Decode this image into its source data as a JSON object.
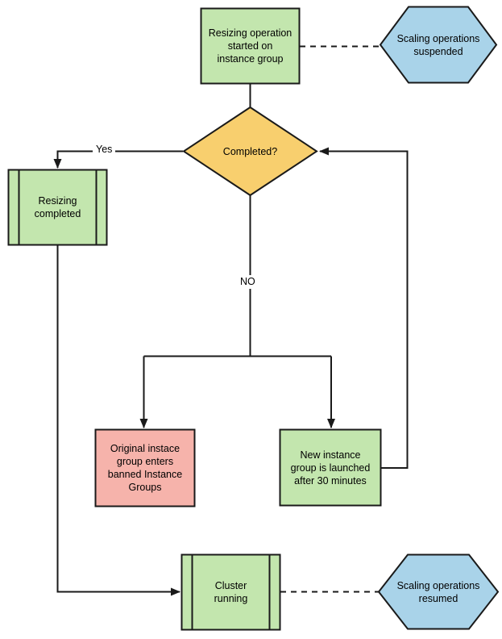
{
  "colors": {
    "green": "#c3e6ae",
    "yellow": "#f8cf6e",
    "blue": "#a9d3e9",
    "pink": "#f6b3ab",
    "stroke": "#1a1a1a",
    "background": "#ffffff"
  },
  "nodes": {
    "start": {
      "label": "Resizing operation\nstarted on\ninstance group",
      "shape": "process",
      "color": "green"
    },
    "suspended": {
      "label": "Scaling operations\nsuspended",
      "shape": "hexagon",
      "color": "blue"
    },
    "decision": {
      "label": "Completed?",
      "shape": "decision",
      "color": "yellow"
    },
    "resizing_completed": {
      "label": "Resizing\ncompleted",
      "shape": "predefined-process",
      "color": "green"
    },
    "banned_group": {
      "label": "Original instace\ngroup enters\nbanned Instance\nGroups",
      "shape": "process",
      "color": "pink"
    },
    "new_group": {
      "label": "New instance\ngroup is launched\nafter 30 minutes",
      "shape": "process",
      "color": "green"
    },
    "cluster_running": {
      "label": "Cluster\nrunning",
      "shape": "predefined-process",
      "color": "green"
    },
    "resumed": {
      "label": "Scaling operations\nresumed",
      "shape": "hexagon",
      "color": "blue"
    }
  },
  "edge_labels": {
    "yes": "Yes",
    "no": "NO"
  }
}
